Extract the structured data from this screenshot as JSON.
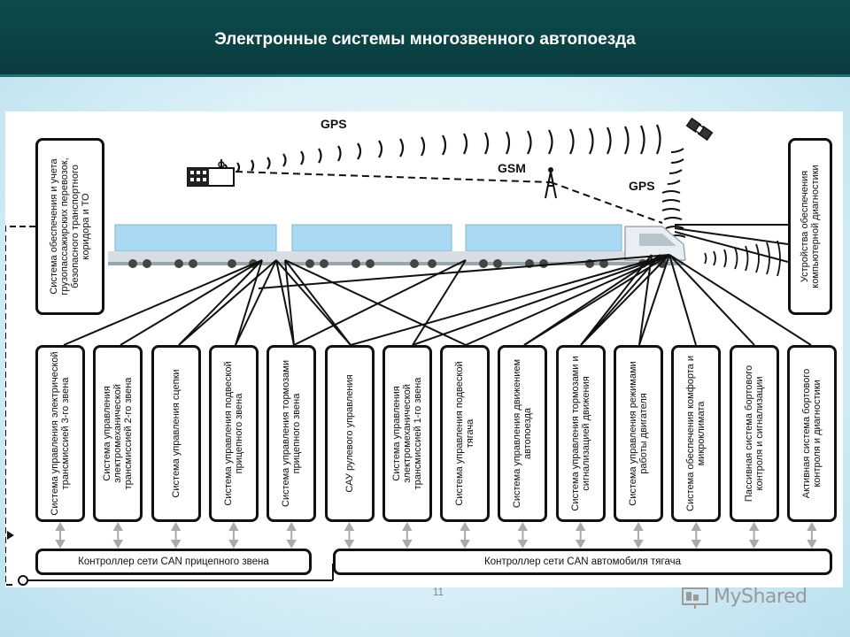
{
  "header": {
    "title": "Электронные системы многозвенного автопоезда"
  },
  "labels": {
    "gps_top": "GPS",
    "gsm": "GSM",
    "gps_right": "GPS"
  },
  "side": {
    "left": "Система обеспечения и учета грузопассажирских перевозок, безопасного транспортного коридора и ТО",
    "right": "Устройства обеспечения компьютерной диагностики"
  },
  "systems": [
    "Система управления электрической трансмиссией 3-го звена",
    "Система управления электромеханической трансмиссией 2-го звена",
    "Система управления сцепки",
    "Система управления подвеской прицепного звена",
    "Система управления тормозами прицепного звена",
    "САУ рулевого управления",
    "Система управления электромеханической трансмиссией 1-го звена",
    "Система управления подвеской тягача",
    "Система управления движением автопоезда",
    "Система управления тормозами и сигнализацией движения",
    "Система управления режимами работы двигателя",
    "Система обеспечения комфорта и микроклимата",
    "Пассивная система бортового контроля и сигнализации",
    "Активная система бортового контроля и диагностики"
  ],
  "controllers": {
    "trailer": "Контроллер сети CAN прицепного звена",
    "tractor": "Контроллер сети CAN автомобиля тягача"
  },
  "page": {
    "number": "11"
  },
  "watermark": {
    "text": "MyShared"
  },
  "colors": {
    "header_bg": "#0a3d40",
    "trailer_blue": "#a9d8f2",
    "box_border": "#111111"
  }
}
